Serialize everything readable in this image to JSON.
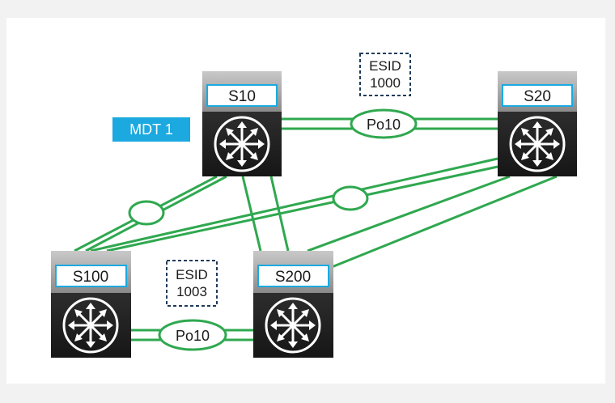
{
  "switches": [
    {
      "id": "s10",
      "label": "S10"
    },
    {
      "id": "s20",
      "label": "S20"
    },
    {
      "id": "s100",
      "label": "S100"
    },
    {
      "id": "s200",
      "label": "S200"
    }
  ],
  "port_channels": [
    {
      "id": "po-top",
      "label": "Po10"
    },
    {
      "id": "po-bottom",
      "label": "Po10"
    }
  ],
  "esid_boxes": [
    {
      "id": "esid-1000",
      "line1": "ESID",
      "line2": "1000"
    },
    {
      "id": "esid-1003",
      "line1": "ESID",
      "line2": "1003"
    }
  ],
  "mdt_label": "MDT 1",
  "colors": {
    "link": "#2fa84f",
    "mdt_badge": "#1ba9e0",
    "switch_body": "#2b2b2b",
    "switch_top": "#9a9a9a",
    "label_box_border": "#1ba9e0",
    "esid_border": "#1f3b5a"
  }
}
